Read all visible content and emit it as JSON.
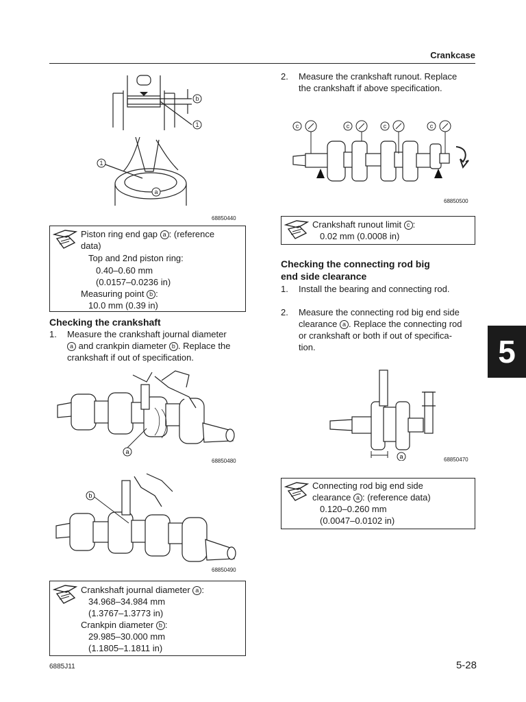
{
  "header": {
    "section": "Crankcase"
  },
  "tab_number": "5",
  "footer": {
    "code": "6885J11",
    "page": "5-28"
  },
  "left": {
    "fig1_num": "68850440",
    "spec1": {
      "line1a": "Piston ring end gap ",
      "line1b": ": (reference",
      "line2": "data)",
      "line3": "Top and 2nd piston ring:",
      "line4": "0.40–0.60 mm",
      "line5": "(0.0157–0.0236 in)",
      "line6a": "Measuring point ",
      "line6b": ":",
      "line7": "10.0 mm (0.39 in)"
    },
    "heading": "Checking the crankshaft",
    "step1": {
      "num": "1.",
      "l1": "Measure the crankshaft journal diameter",
      "l2b": " and crankpin diameter ",
      "l2d": ". Replace the",
      "l3": "crankshaft if out of specification."
    },
    "fig2_num": "68850480",
    "fig3_num": "68850490",
    "spec2": {
      "l1a": "Crankshaft journal diameter ",
      "l1b": ":",
      "l2": "34.968–34.984 mm",
      "l3": "(1.3767–1.3773 in)",
      "l4a": "Crankpin diameter ",
      "l4b": ":",
      "l5": "29.985–30.000 mm",
      "l6": "(1.1805–1.1811 in)"
    }
  },
  "right": {
    "step2": {
      "num": "2.",
      "l1": "Measure the crankshaft runout. Replace",
      "l2": "the crankshaft if above specification."
    },
    "fig4_num": "68850500",
    "spec3": {
      "l1a": "Crankshaft runout limit ",
      "l1b": ":",
      "l2": "0.02 mm (0.0008 in)"
    },
    "heading_l1": "Checking the connecting rod big",
    "heading_l2": "end side clearance",
    "step_a": {
      "num": "1.",
      "text": "Install the bearing and connecting rod."
    },
    "step_b": {
      "num": "2.",
      "l1": "Measure the connecting rod big end side",
      "l2a": "clearance ",
      "l2b": ". Replace the connecting rod",
      "l3": "or crankshaft or both if out of specifica-",
      "l4": "tion."
    },
    "fig5_num": "68850470",
    "spec4": {
      "l1": "Connecting rod big end side",
      "l2a": "clearance ",
      "l2b": ": (reference data)",
      "l3": "0.120–0.260 mm",
      "l4": "(0.0047–0.0102 in)"
    }
  },
  "markers": {
    "a": "a",
    "b": "b",
    "c": "c",
    "one": "1"
  }
}
